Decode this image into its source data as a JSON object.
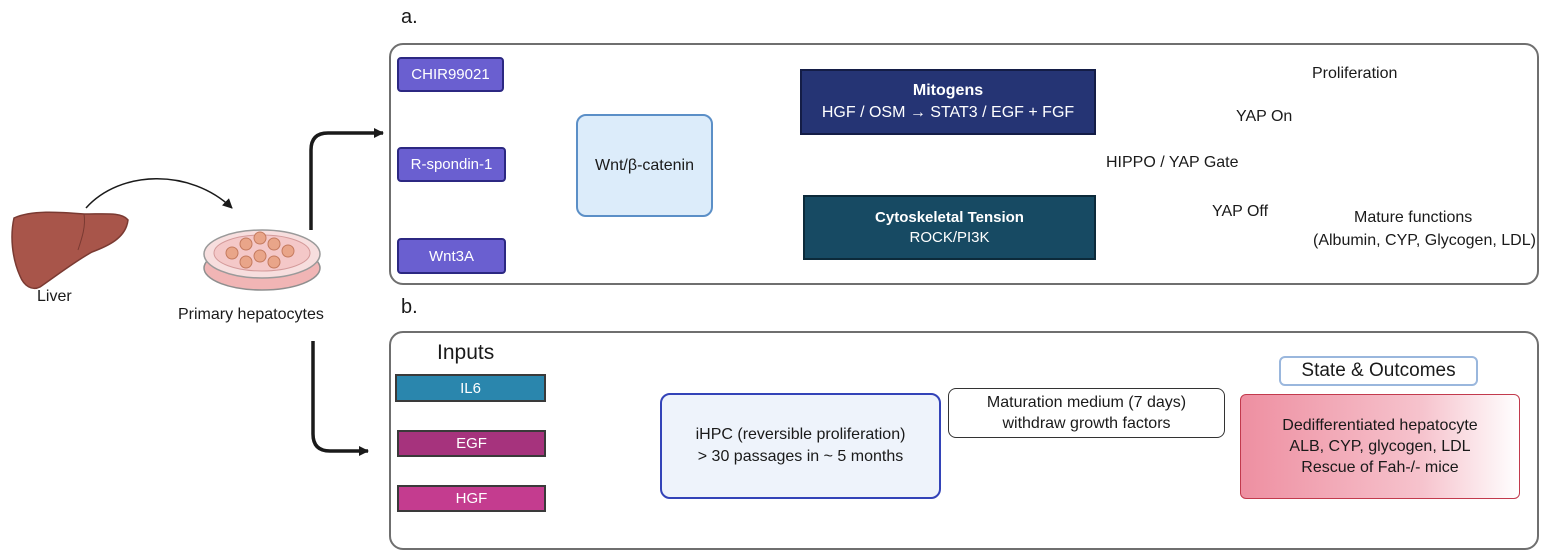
{
  "panel_a": {
    "letter": "a.",
    "inputs": [
      "CHIR99021",
      "R-spondin-1",
      "Wnt3A"
    ],
    "hub": "Wnt/β-catenin",
    "mitogens_title": "Mitogens",
    "mitogens_detail": "HGF / OSM → STAT3 / EGF + FGF",
    "tension_title": "Cytoskeletal Tension",
    "tension_detail": "ROCK/PI3K",
    "gate": "HIPPO / YAP Gate",
    "yap_on": "YAP On",
    "yap_off": "YAP Off",
    "proliferation": "Proliferation",
    "mature_title": "Mature functions",
    "mature_detail": "(Albumin, CYP, Glycogen, LDL)"
  },
  "panel_b": {
    "letter": "b.",
    "inputs_title": "Inputs",
    "inputs": [
      "IL6",
      "EGF",
      "HGF"
    ],
    "ihpc_line1": "iHPC (reversible proliferation)",
    "ihpc_line2": "> 30 passages in ~ 5 months",
    "maturation_line1": "Maturation medium (7 days)",
    "maturation_line2": "withdraw growth factors",
    "state_title": "State & Outcomes",
    "outcome_line1": "Dedifferentiated hepatocyte",
    "outcome_line2": "ALB, CYP, glycogen, LDL",
    "outcome_line3": "Rescue of Fah-/- mice"
  },
  "left": {
    "liver": "Liver",
    "hepatocytes": "Primary hepatocytes"
  },
  "colors": {
    "il6": "#2a86ad",
    "egf": "#a6337d",
    "hgf": "#c43c8f"
  }
}
